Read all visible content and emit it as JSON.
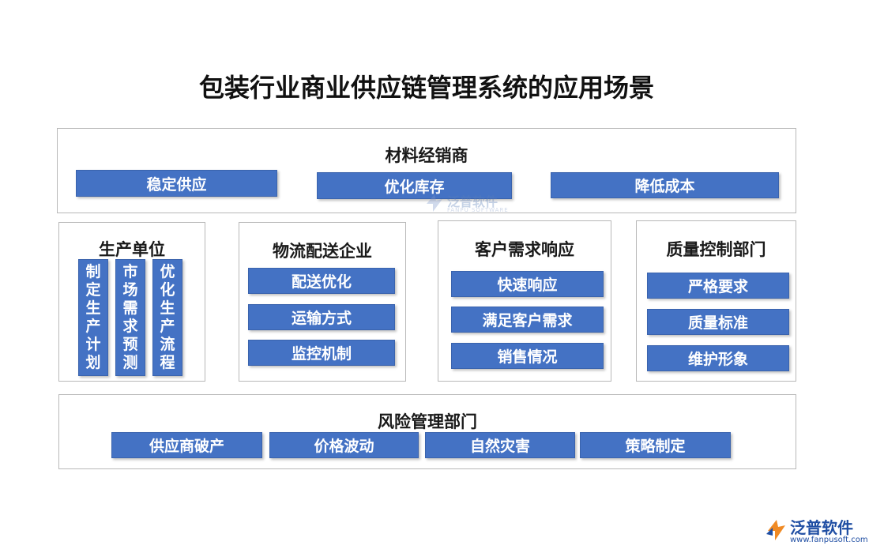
{
  "title": "包装行业商业供应链管理系统的应用场景",
  "supplier": {
    "title": "材料经销商",
    "items": [
      "稳定供应",
      "优化库存",
      "降低成本"
    ]
  },
  "production": {
    "title": "生产单位",
    "items": [
      "制定生产计划",
      "市场需求预测",
      "优化生产流程"
    ]
  },
  "logistics": {
    "title": "物流配送企业",
    "items": [
      "配送优化",
      "运输方式",
      "监控机制"
    ]
  },
  "customer": {
    "title": "客户需求响应",
    "items": [
      "快速响应",
      "满足客户需求",
      "销售情况"
    ]
  },
  "quality": {
    "title": "质量控制部门",
    "items": [
      "严格要求",
      "质量标准",
      "维护形象"
    ]
  },
  "risk": {
    "title": "风险管理部门",
    "items": [
      "供应商破产",
      "价格波动",
      "自然灾害",
      "策略制定"
    ]
  },
  "watermark": {
    "name": "泛普软件",
    "subtitle": "FANPU SOFTWARE"
  },
  "logo": {
    "name": "泛普软件",
    "url": "www.fanpusoft.com"
  },
  "colors": {
    "box_fill": "#4472c4",
    "panel_border": "#b8b8b8",
    "logo_blue": "#1f4ea3"
  }
}
